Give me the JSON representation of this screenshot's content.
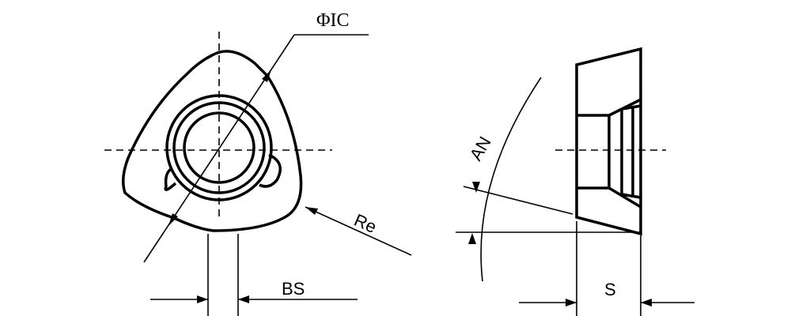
{
  "labels": {
    "ic": "ΦIC",
    "re": "Re",
    "bs": "BS",
    "an": "AN",
    "s": "S"
  }
}
